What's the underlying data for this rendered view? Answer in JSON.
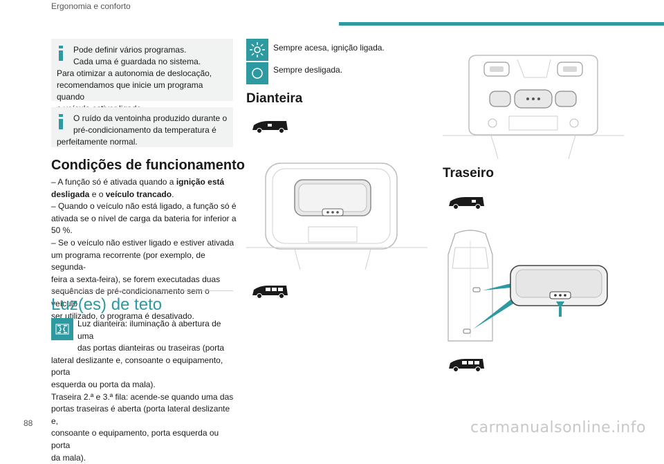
{
  "header": {
    "section_title": "Ergonomia e conforto"
  },
  "footer": {
    "page_number": "88",
    "watermark": "carmanualsonline.info"
  },
  "notes": [
    {
      "lines": [
        "Pode definir vários programas.",
        "Cada uma é guardada no sistema.",
        "Para otimizar a autonomia de deslocação,",
        "recomendamos que inicie um programa quando",
        "o veículo estiver ligado."
      ]
    },
    {
      "lines": [
        "O ruído da ventoinha produzido durante o",
        "pré-condicionamento da temperatura é",
        "perfeitamente normal."
      ]
    }
  ],
  "conditions": {
    "title": "Condições de funcionamento",
    "p1_prefix": "–  A função só é ativada quando a ",
    "p1_bold1": "ignição está",
    "p1_bold1b": "desligada",
    "p1_mid": " e o ",
    "p1_bold2": "veículo trancado",
    "p1_end": ".",
    "p2": [
      "–  Quando o veículo não está ligado, a função só é",
      "ativada se o nível de carga da bateria for inferior a",
      "50 %."
    ],
    "p3": [
      "–  Se o veículo não estiver ligado e estiver ativada",
      "um programa recorrente (por exemplo, de segunda-",
      "feira a sexta-feira), se forem executadas duas",
      "sequências de pré-condicionamento sem o veículo",
      "ser utilizado, o programa é desativado."
    ]
  },
  "ceiling_lights": {
    "title": "Luz(es) de teto",
    "lines": [
      "Luz dianteira: iluminação à abertura de uma",
      "das portas dianteiras ou traseiras (porta",
      "lateral deslizante e, consoante o equipamento, porta",
      "esquerda ou porta da mala).",
      "Traseira 2.ª e 3.ª fila: acende-se quando uma das",
      "portas traseiras é aberta (porta lateral deslizante e,",
      "consoante o equipamento, porta esquerda ou porta",
      "da mala)."
    ]
  },
  "modes": {
    "always_on": "Sempre acesa, ignição ligada.",
    "always_off": "Sempre desligada."
  },
  "front": {
    "title": "Dianteira"
  },
  "rear": {
    "title": "Traseiro"
  },
  "colors": {
    "accent": "#2c9aa0",
    "note_bg": "#f1f2f2"
  }
}
